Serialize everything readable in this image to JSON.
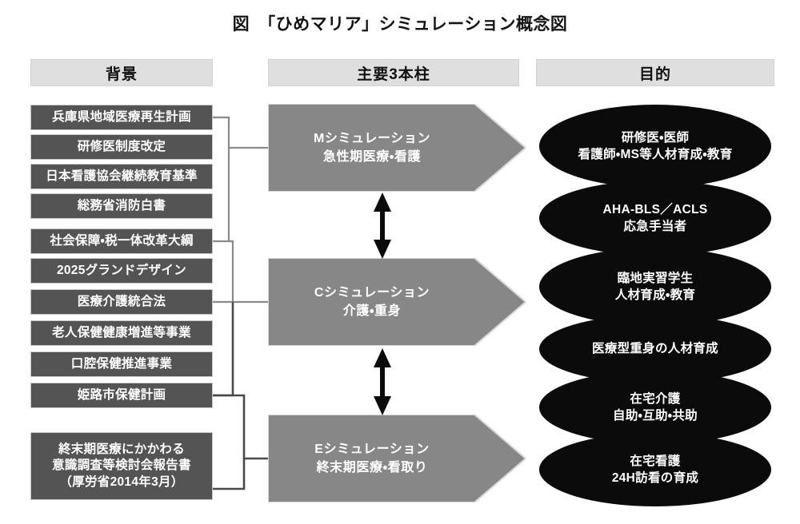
{
  "title": "図　「ひめマリア」シミュレーション概念図",
  "columns": [
    {
      "id": "background",
      "label": "背景"
    },
    {
      "id": "pillars",
      "label": "主要3本柱"
    },
    {
      "id": "purpose",
      "label": "目的"
    }
  ],
  "background_items": [
    {
      "id": "hyogo-plan",
      "lines": [
        "兵庫県地域医療再生計画"
      ]
    },
    {
      "id": "resident-system",
      "lines": [
        "研修医制度改定"
      ]
    },
    {
      "id": "jna-standard",
      "lines": [
        "日本看護協会継続教育基準"
      ]
    },
    {
      "id": "fire-whitepaper",
      "lines": [
        "総務省消防白書"
      ]
    },
    {
      "id": "tax-reform",
      "lines": [
        "社会保障・税一体改革大綱"
      ]
    },
    {
      "id": "grand-design-2025",
      "lines": [
        "2025グランドデザイン"
      ]
    },
    {
      "id": "integration-law",
      "lines": [
        "医療介護統合法"
      ]
    },
    {
      "id": "elderly-health",
      "lines": [
        "老人保健健康増進等事業"
      ]
    },
    {
      "id": "oral-health",
      "lines": [
        "口腔保健推進事業"
      ]
    },
    {
      "id": "himeji-plan",
      "lines": [
        "姫路市保健計画"
      ]
    },
    {
      "id": "terminal-report",
      "lines": [
        "終末期医療にかかわる",
        "意識調査等検討会報告書",
        "（厚労省2014年3月）"
      ]
    }
  ],
  "pillars": [
    {
      "id": "m-simulation",
      "lines": [
        "Mシミュレーション",
        "急性期医療・看護"
      ]
    },
    {
      "id": "c-simulation",
      "lines": [
        "Cシミュレーション",
        "介護・重身"
      ]
    },
    {
      "id": "e-simulation",
      "lines": [
        "Eシミュレーション",
        "終末期医療・看取り"
      ]
    }
  ],
  "purposes": [
    {
      "id": "purpose-1",
      "lines": [
        "研修医・医師",
        "看護師・MS等人材育成・教育"
      ]
    },
    {
      "id": "purpose-2",
      "lines": [
        "AHA-BLS／ACLS",
        "応急手当者"
      ]
    },
    {
      "id": "purpose-3",
      "lines": [
        "臨地実習学生",
        "人材育成・教育"
      ]
    },
    {
      "id": "purpose-4",
      "lines": [
        "医療型重身の人材育成"
      ]
    },
    {
      "id": "purpose-5",
      "lines": [
        "在宅介護",
        "自助・互助・共助"
      ]
    },
    {
      "id": "purpose-6",
      "lines": [
        "在宅看護",
        "24H訪看の育成"
      ]
    }
  ],
  "colors": {
    "header_fill": "#dfdfdf",
    "background_box_fill": "#545454",
    "pillar_fill": "#878787",
    "purpose_fill": "#0b0b0b",
    "connector_line": "#8a8a8a",
    "connector_line_dark": "#4a4a4a",
    "text_light": "#ffffff",
    "text_dark": "#111111",
    "page_background": "#ffffff"
  }
}
